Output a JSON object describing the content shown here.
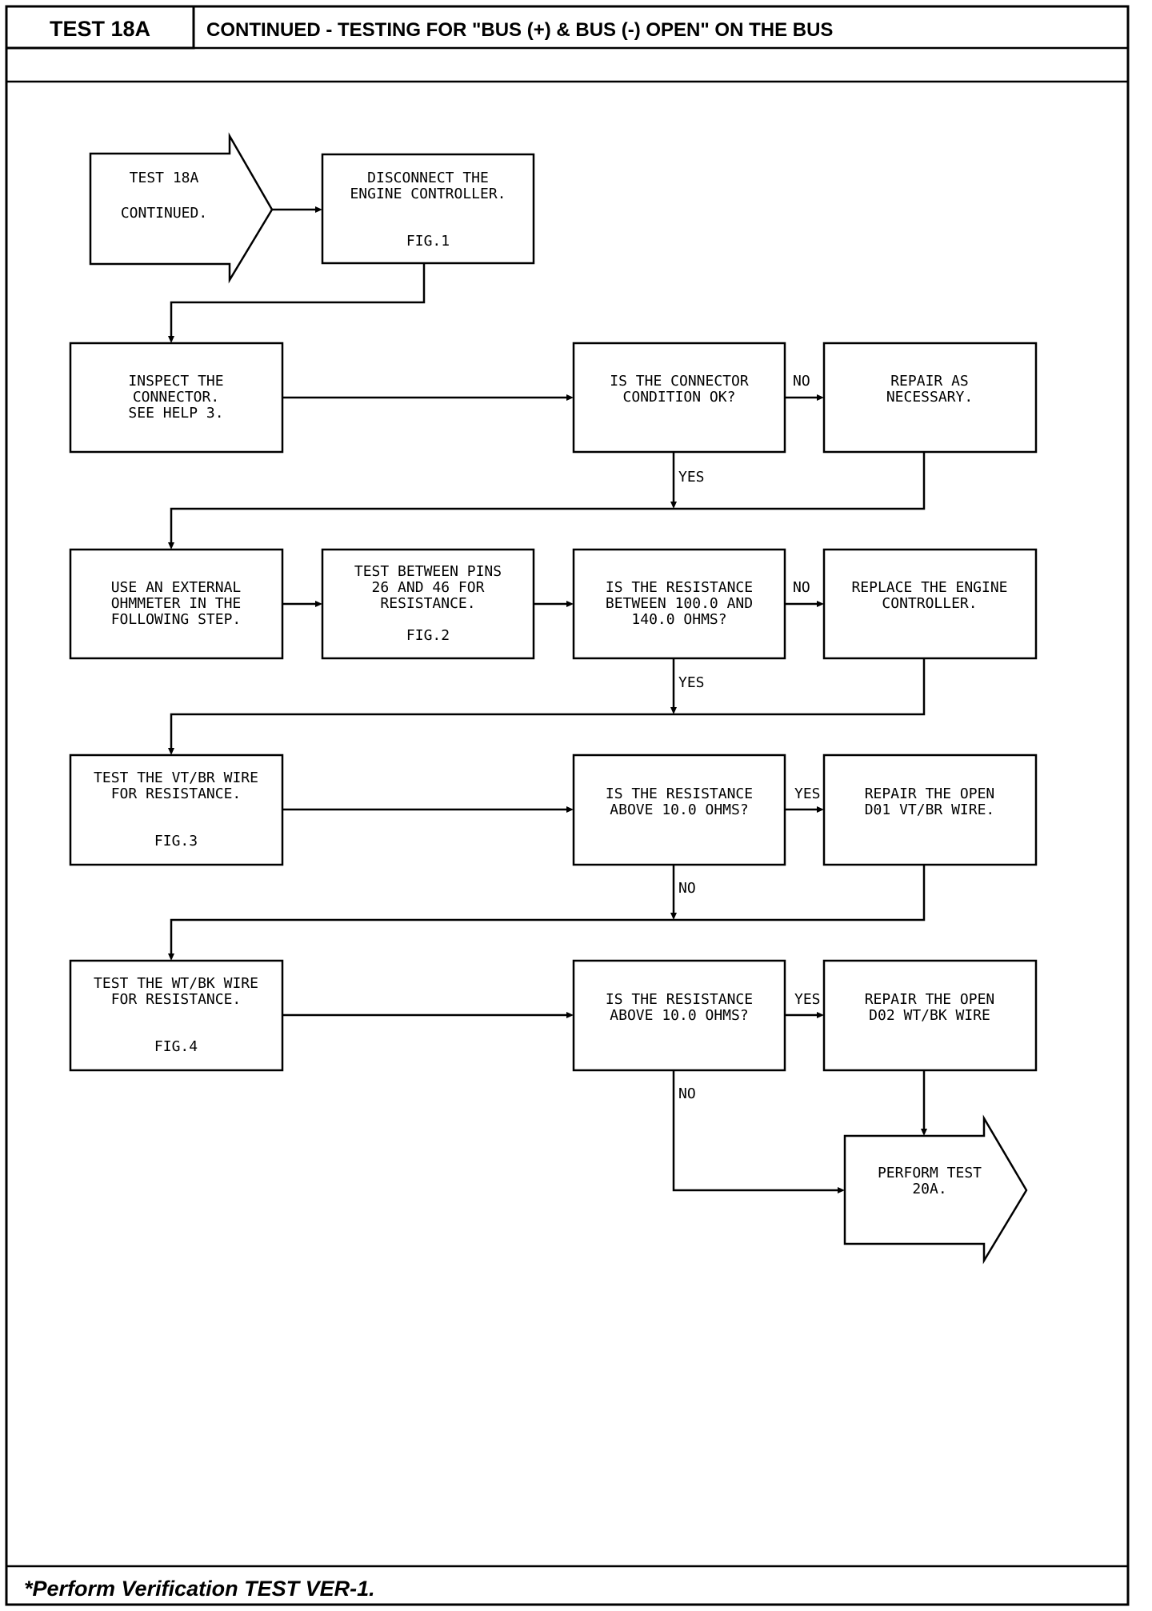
{
  "header": {
    "test_id": "TEST 18A",
    "title": "CONTINUED - TESTING FOR \"BUS (+) & BUS (-) OPEN\" ON THE BUS"
  },
  "footer": {
    "note": "*Perform Verification TEST VER-1."
  },
  "flow": {
    "start": [
      "TEST 18A",
      "CONTINUED."
    ],
    "disconnect": [
      "DISCONNECT THE",
      "ENGINE CONTROLLER."
    ],
    "disconnect_fig": "FIG.1",
    "inspect": [
      "INSPECT THE",
      "CONNECTOR.",
      "SEE HELP 3."
    ],
    "connector_ok": [
      "IS THE CONNECTOR",
      "CONDITION OK?"
    ],
    "repair_necessary": [
      "REPAIR AS",
      "NECESSARY."
    ],
    "ohmmeter": [
      "USE AN EXTERNAL",
      "OHMMETER IN THE",
      "FOLLOWING STEP."
    ],
    "test_pins": [
      "TEST BETWEEN PINS",
      "26 AND 46 FOR",
      "RESISTANCE."
    ],
    "test_pins_fig": "FIG.2",
    "resistance_range": [
      "IS THE RESISTANCE",
      "BETWEEN 100.0 AND",
      "140.0 OHMS?"
    ],
    "replace_controller": [
      "REPLACE THE ENGINE",
      "CONTROLLER."
    ],
    "test_vtbr": [
      "TEST THE VT/BR WIRE",
      "FOR RESISTANCE."
    ],
    "test_vtbr_fig": "FIG.3",
    "above_10_a": [
      "IS THE RESISTANCE",
      "ABOVE 10.0 OHMS?"
    ],
    "repair_d01": [
      "REPAIR THE OPEN",
      "D01 VT/BR WIRE."
    ],
    "test_wtbk": [
      "TEST THE WT/BK WIRE",
      "FOR RESISTANCE."
    ],
    "test_wtbk_fig": "FIG.4",
    "above_10_b": [
      "IS THE RESISTANCE",
      "ABOVE 10.0 OHMS?"
    ],
    "repair_d02": [
      "REPAIR THE OPEN",
      "D02 WT/BK WIRE"
    ],
    "perform_test": [
      "PERFORM TEST",
      "20A."
    ],
    "labels": {
      "no_1": "NO",
      "yes_1": "YES",
      "no_2": "NO",
      "yes_2": "YES",
      "yes_3": "YES",
      "no_3": "NO",
      "yes_4": "YES",
      "no_4": "NO"
    }
  }
}
